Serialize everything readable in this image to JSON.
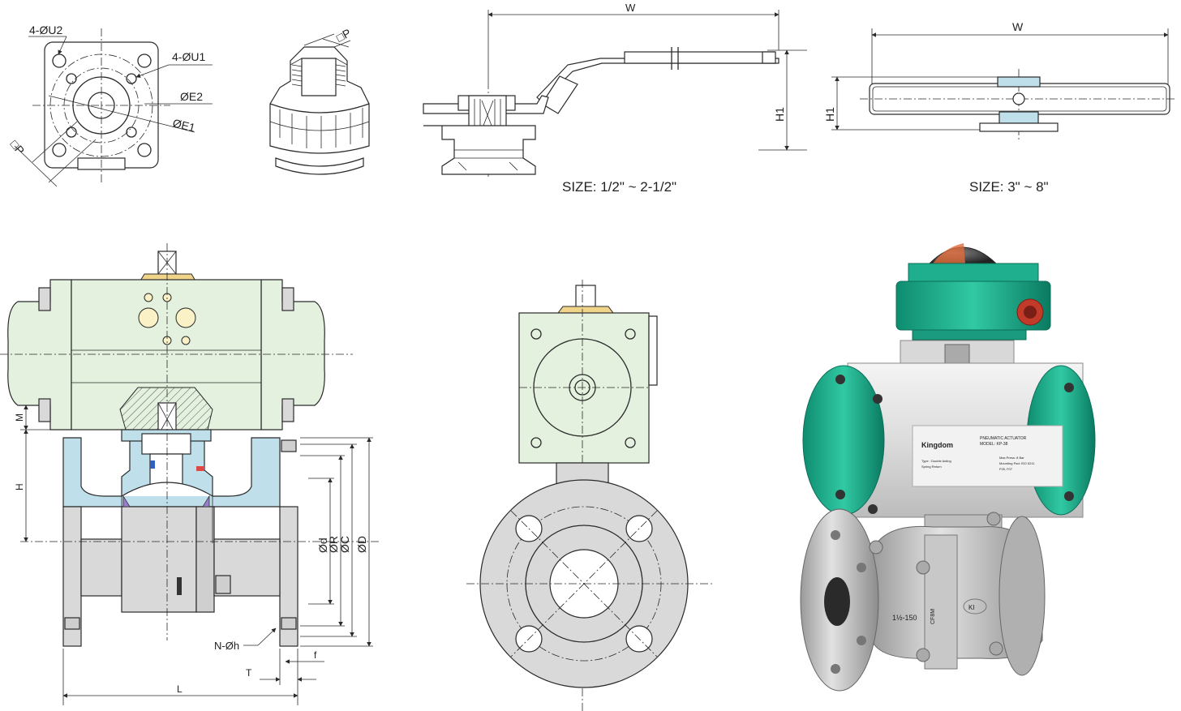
{
  "top_views": {
    "flange_pad": {
      "labels": [
        "4-ØU2",
        "4-ØU1",
        "ØE2",
        "ØE1",
        "□P"
      ]
    },
    "stem_adapter": {
      "labels": [
        "□P"
      ]
    },
    "lever_small": {
      "labels": [
        "W",
        "H1"
      ],
      "caption": "SIZE: 1/2\" ~ 2-1/2\""
    },
    "lever_large": {
      "labels": [
        "W",
        "H1"
      ],
      "caption": "SIZE: 3\" ~ 8\""
    }
  },
  "front_view": {
    "labels": [
      "M",
      "H",
      "Ød",
      "ØR",
      "ØC",
      "ØD",
      "N-Øh",
      "T",
      "f",
      "L"
    ]
  },
  "photo": {
    "nameplate_brand": "Kingdom",
    "nameplate_title": "PNEUMATIC ACTUATOR",
    "nameplate_model": "MODEL: KP-38",
    "nameplate_type": "Type : Double Acting",
    "nameplate_type2": "Spring Return",
    "nameplate_press": "Max.Press: 8 Bar",
    "nameplate_mount": "Mounting Pad: ISO 5211",
    "nameplate_mount2": "F05, F07",
    "body_marking_1": "1½-150",
    "body_marking_2": "CF8M",
    "body_logo": "KI"
  },
  "colors": {
    "actuator_green": "#e4f1df",
    "body_blue": "#bfe0ea",
    "metal_grey": "#d9d9d9",
    "teal": "#1aa98a"
  }
}
